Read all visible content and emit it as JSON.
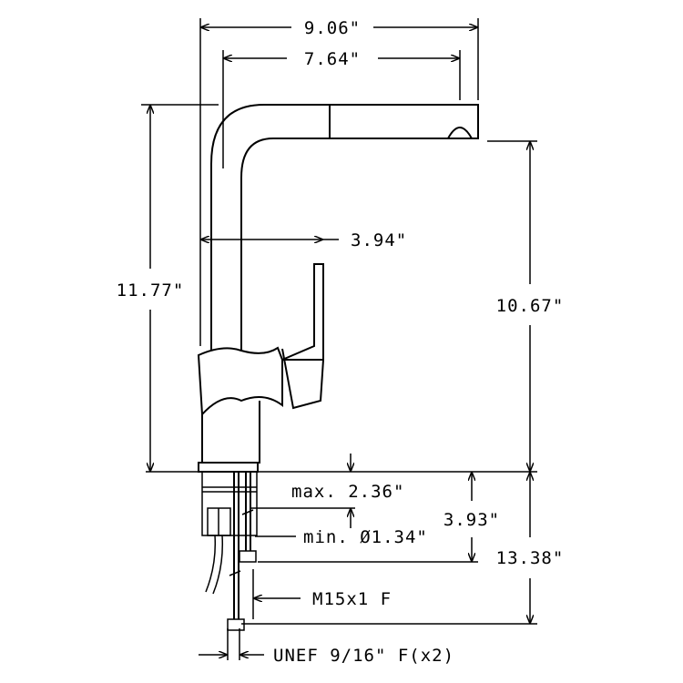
{
  "dimensions": {
    "overall_reach": "9.06\"",
    "spout_reach": "7.64\"",
    "handle_offset": "3.94\"",
    "overall_height": "11.77\"",
    "spout_height": "10.67\"",
    "max_deck_thickness": "max. 2.36\"",
    "min_hole_diameter": "min. Ø1.34\"",
    "shank_length": "3.93\"",
    "hose_length": "13.38\"",
    "outlet_thread": "M15x1 F",
    "inlet_thread": "UNEF 9/16\" F(x2)"
  }
}
